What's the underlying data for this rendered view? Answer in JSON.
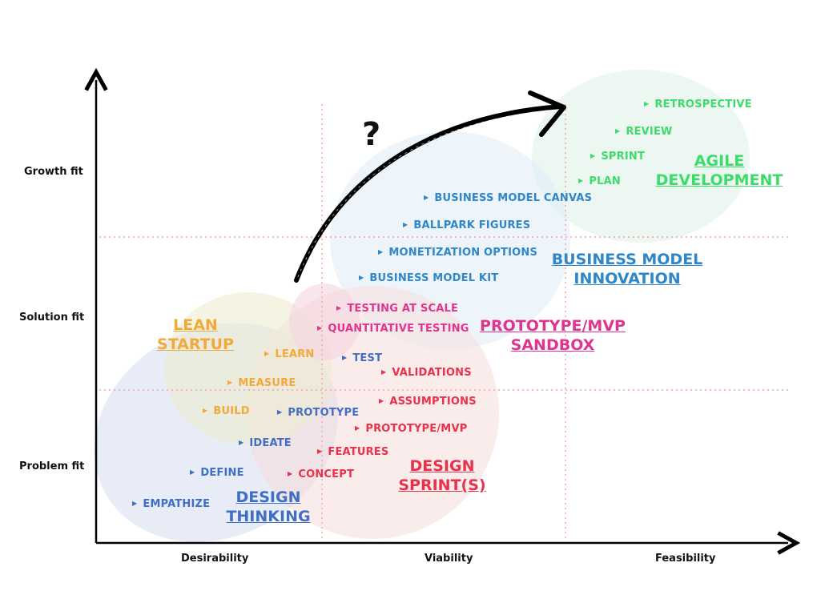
{
  "axes": {
    "y_labels": [
      "Growth fit",
      "Solution fit",
      "Problem fit"
    ],
    "x_labels": [
      "Desirability",
      "Viability",
      "Feasibility"
    ]
  },
  "question_mark": "?",
  "colors": {
    "design_thinking": "#3f6fc4",
    "design_sprint": "#e8314a",
    "lean_startup": "#f2a93b",
    "prototype_sandbox": "#e0358f",
    "business_model": "#2f86c8",
    "agile": "#3ddc6a"
  },
  "groups": {
    "design_thinking": {
      "title_line1": "DESIGN",
      "title_line2": "THINKING",
      "items": [
        "EMPATHIZE",
        "DEFINE",
        "IDEATE",
        "PROTOTYPE",
        "TEST"
      ]
    },
    "lean_startup": {
      "title_line1": "LEAN",
      "title_line2": "STARTUP",
      "items": [
        "BUILD",
        "MEASURE",
        "LEARN"
      ]
    },
    "design_sprint": {
      "title_line1": "DESIGN",
      "title_line2": "SPRINT(S)",
      "items": [
        "CONCEPT",
        "FEATURES",
        "PROTOTYPE/MVP",
        "ASSUMPTIONS",
        "VALIDATIONS"
      ]
    },
    "prototype_sandbox": {
      "title_line1": "PROTOTYPE/MVP",
      "title_line2": "SANDBOX",
      "items": [
        "QUANTITATIVE TESTING",
        "TESTING AT SCALE"
      ]
    },
    "business_model": {
      "title_line1": "BUSINESS MODEL",
      "title_line2": "INNOVATION",
      "items": [
        "BUSINESS MODEL KIT",
        "MONETIZATION OPTIONS",
        "BALLPARK FIGURES",
        "BUSINESS MODEL CANVAS"
      ]
    },
    "agile": {
      "title_line1": "AGILE",
      "title_line2": "DEVELOPMENT",
      "items": [
        "PLAN",
        "SPRINT",
        "REVIEW",
        "RETROSPECTIVE"
      ]
    }
  }
}
